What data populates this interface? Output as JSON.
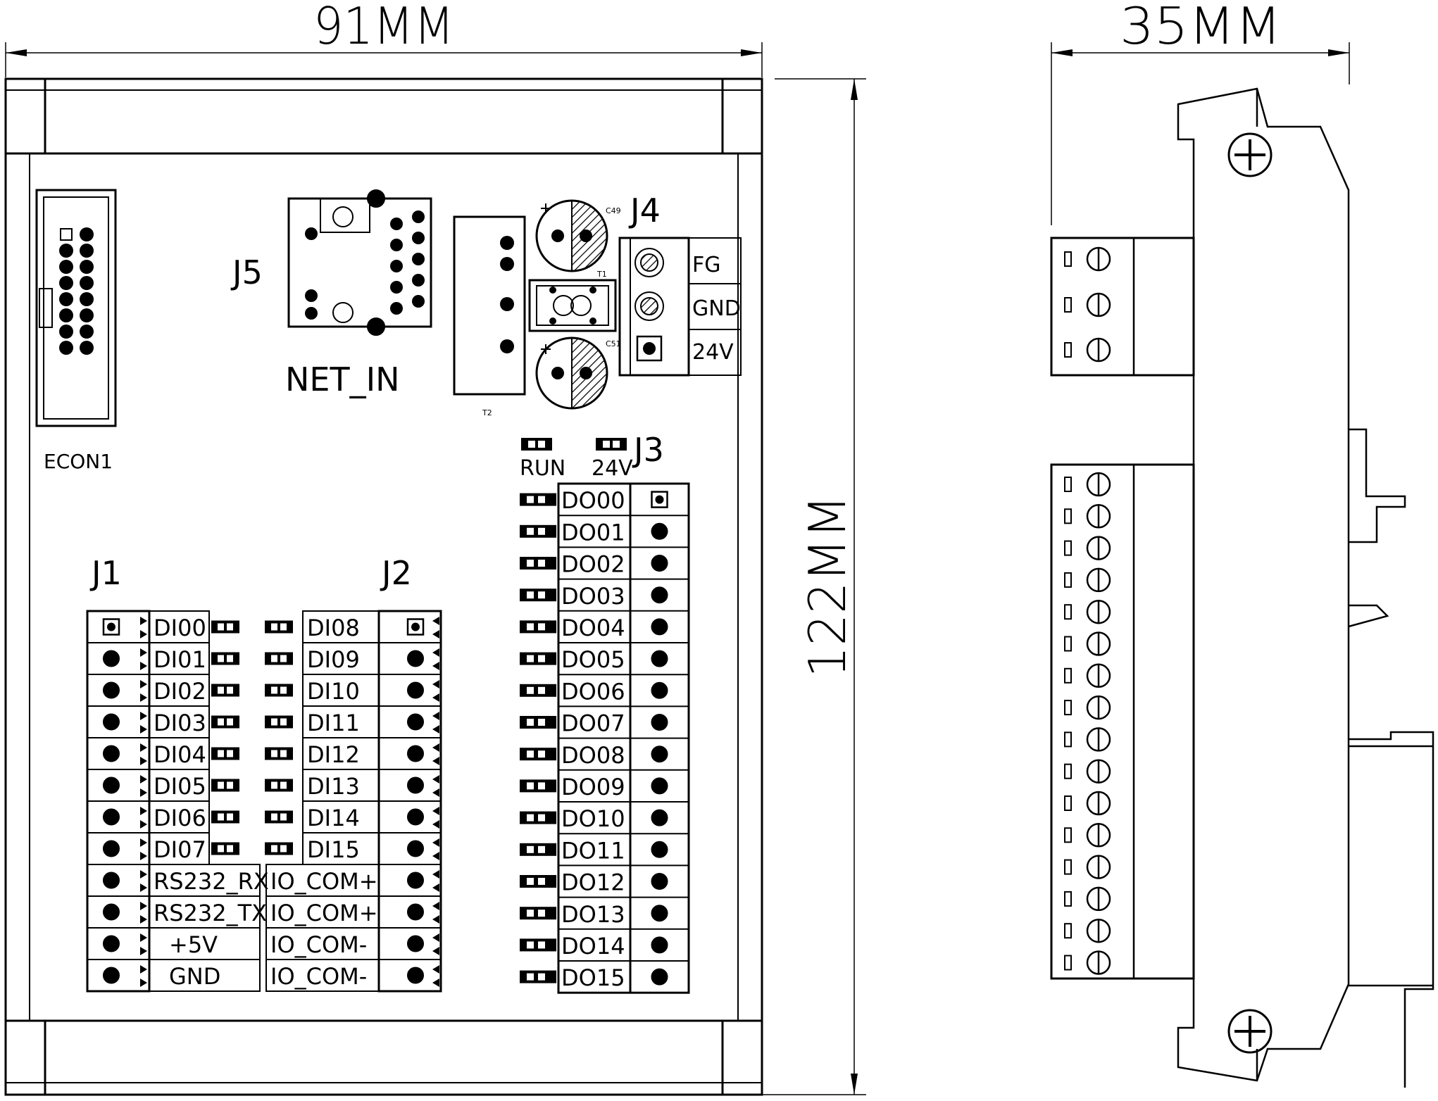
{
  "dimensions": {
    "width": "91MM",
    "depth": "35MM",
    "height": "122MM"
  },
  "connectors": {
    "econ1": "ECON1",
    "j1": "J1",
    "j2": "J2",
    "j3": "J3",
    "j4": "J4",
    "j5": "J5",
    "net_in": "NET_IN"
  },
  "components": {
    "c49": "C49",
    "c51": "C51",
    "t1": "T1",
    "t2": "T2"
  },
  "j4_labels": [
    "FG",
    "GND",
    "24V"
  ],
  "status_leds": [
    "RUN",
    "24V"
  ],
  "j1_labels": [
    "DI00",
    "DI01",
    "DI02",
    "DI03",
    "DI04",
    "DI05",
    "DI06",
    "DI07",
    "RS232_RX",
    "RS232_TX",
    "+5V",
    "GND"
  ],
  "j2_labels": [
    "DI08",
    "DI09",
    "DI10",
    "DI11",
    "DI12",
    "DI13",
    "DI14",
    "DI15",
    "IO_COM+",
    "IO_COM+",
    "IO_COM-",
    "IO_COM-"
  ],
  "j3_labels": [
    "DO00",
    "DO01",
    "DO02",
    "DO03",
    "DO04",
    "DO05",
    "DO06",
    "DO07",
    "DO08",
    "DO09",
    "DO10",
    "DO11",
    "DO12",
    "DO13",
    "DO14",
    "DO15"
  ]
}
